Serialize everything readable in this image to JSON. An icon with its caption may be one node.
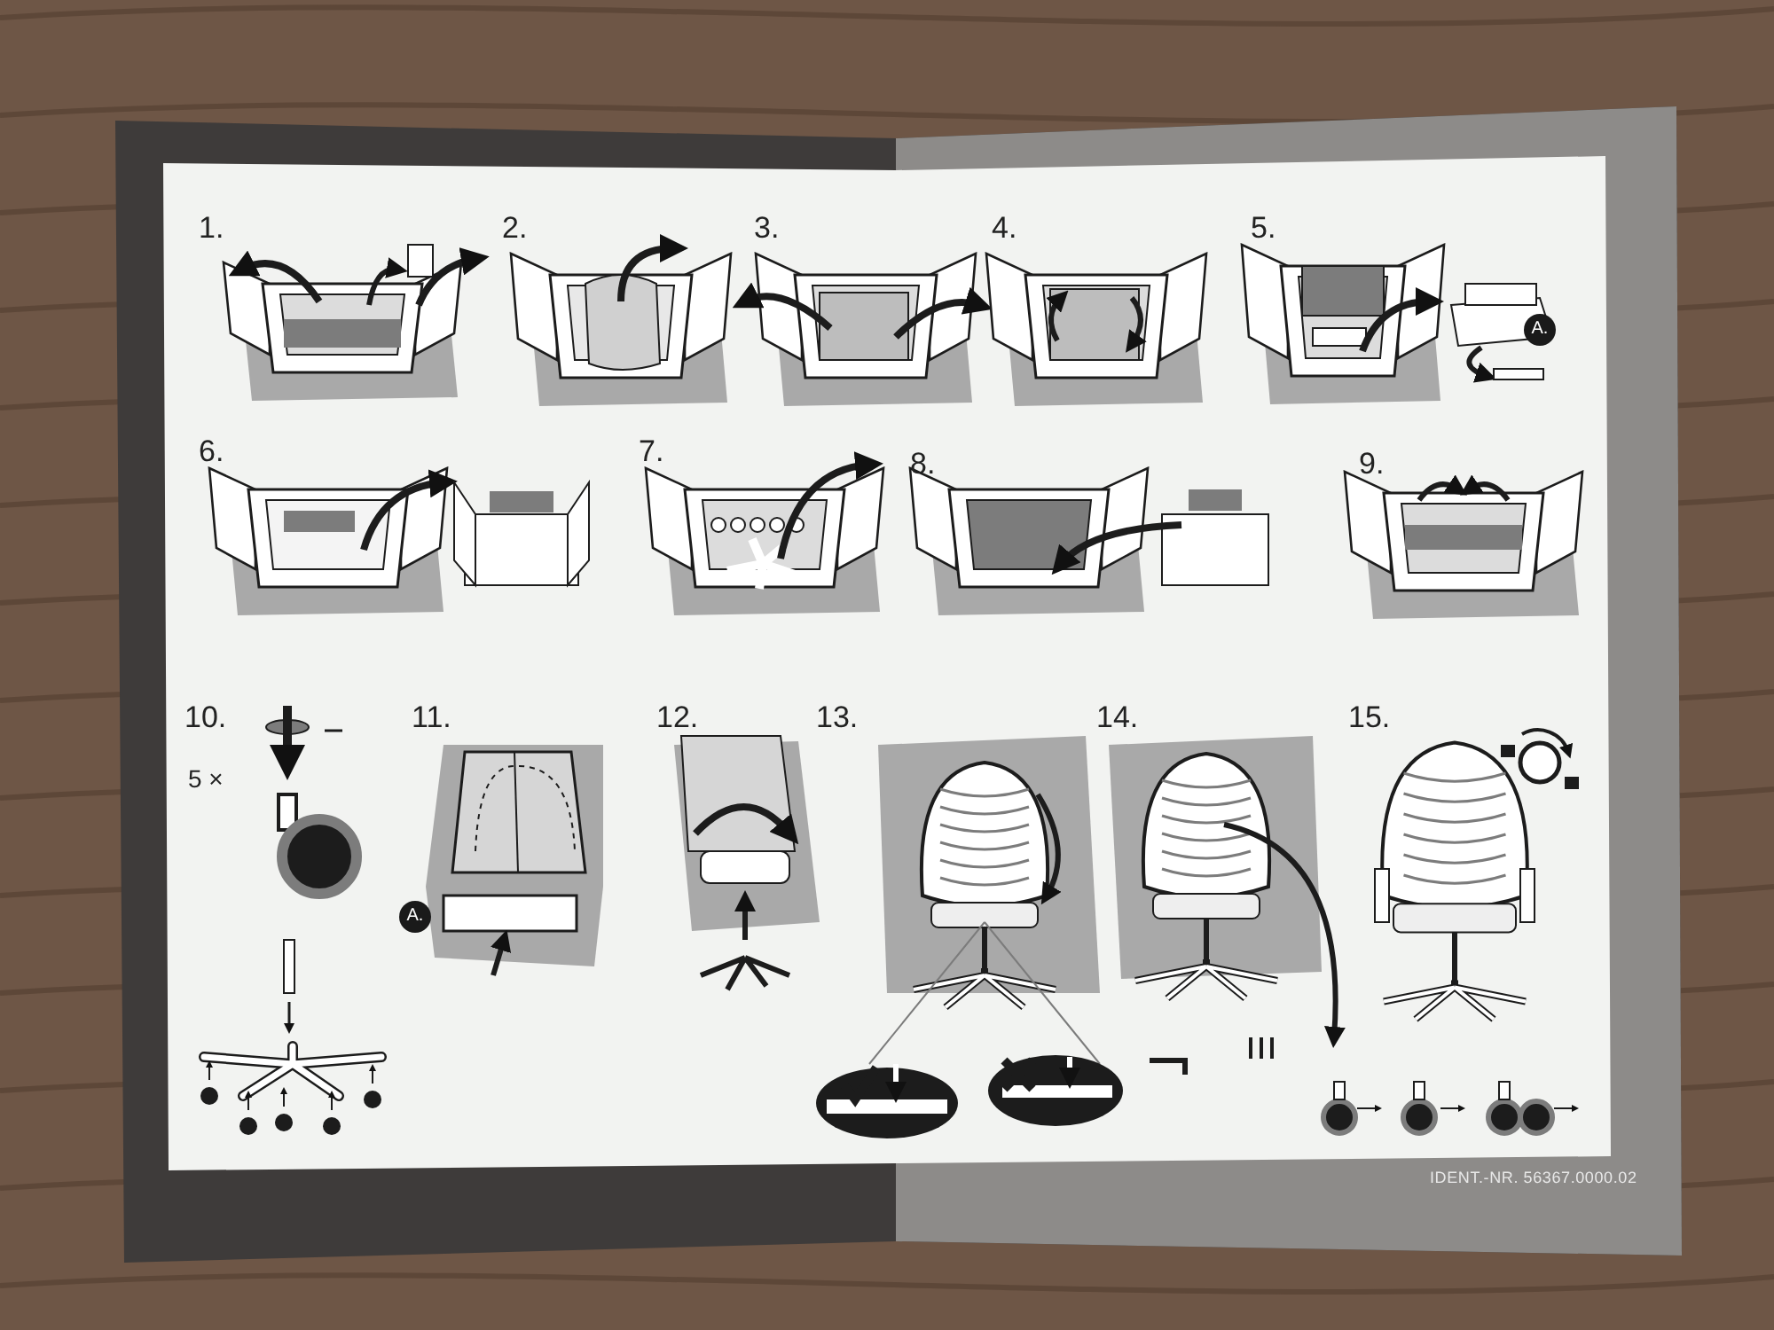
{
  "diagram": {
    "labels": [
      "1.",
      "2.",
      "3.",
      "4.",
      "5.",
      "A.",
      "6.",
      "7.",
      "8.",
      "9.",
      "10.",
      "5 ×",
      "11.",
      "A.",
      "12.",
      "13.",
      "14.",
      "15.",
      "IDENT.-NR. 56367.0000.02"
    ]
  }
}
